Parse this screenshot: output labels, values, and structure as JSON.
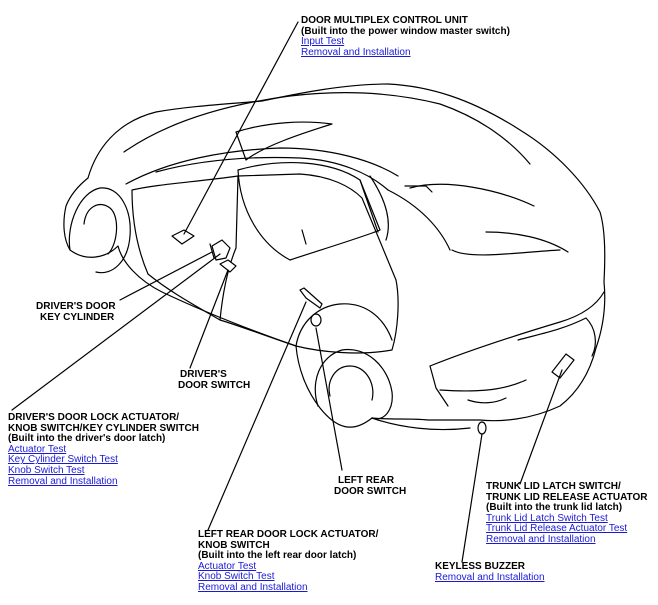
{
  "callouts": {
    "door_multiplex": {
      "title": "DOOR MULTIPLEX CONTROL UNIT",
      "subtitle": "(Built into the power window master switch)",
      "links": [
        "Input Test",
        "Removal and Installation"
      ]
    },
    "drivers_key_cylinder": {
      "line1": "DRIVER'S DOOR",
      "line2": "KEY CYLINDER"
    },
    "drivers_door_switch": {
      "line1": "DRIVER'S",
      "line2": "DOOR SWITCH"
    },
    "drivers_lock_actuator": {
      "line1": "DRIVER'S DOOR LOCK ACTUATOR/",
      "line2": "KNOB SWITCH/KEY CYLINDER SWITCH",
      "line3": "(Built into the driver's door latch)",
      "links": [
        "Actuator Test",
        "Key Cylinder Switch Test",
        "Knob Switch Test",
        "Removal and Installation"
      ]
    },
    "left_rear_door_switch": {
      "line1": "LEFT REAR",
      "line2": "DOOR SWITCH"
    },
    "left_rear_lock_actuator": {
      "line1": "LEFT REAR DOOR LOCK ACTUATOR/",
      "line2": "KNOB SWITCH",
      "line3": "(Built into the left rear door latch)",
      "links": [
        "Actuator Test",
        "Knob Switch Test",
        "Removal and Installation"
      ]
    },
    "trunk": {
      "line1": "TRUNK LID LATCH SWITCH/",
      "line2": "TRUNK LID RELEASE ACTUATOR",
      "line3": "(Built into the trunk lid latch)",
      "links": [
        "Trunk Lid Latch Switch Test",
        "Trunk Lid Release Actuator Test",
        "Removal and Installation"
      ]
    },
    "keyless_buzzer": {
      "title": "KEYLESS BUZZER",
      "links": [
        "Removal and Installation"
      ]
    }
  },
  "colors": {
    "link": "#1a1ad6",
    "line": "#000000",
    "background": "#ffffff"
  }
}
